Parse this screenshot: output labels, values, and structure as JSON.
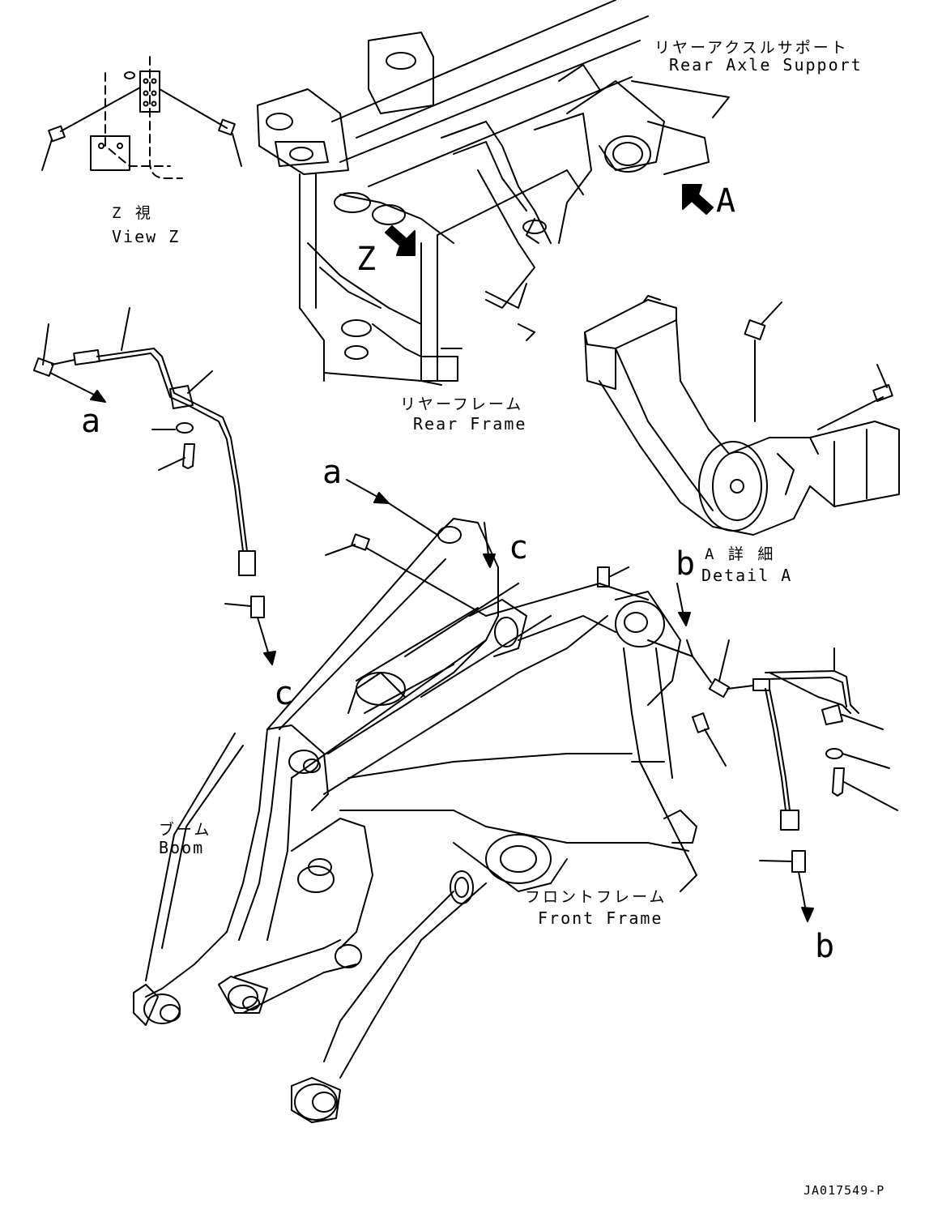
{
  "captions": {
    "view_z_jp": "Z 視",
    "view_z_en": "View Z",
    "rear_axle_support_jp": "リヤーアクスルサポート",
    "rear_axle_support_en": "Rear Axle Support",
    "rear_frame_jp": "リヤーフレーム",
    "rear_frame_en": "Rear Frame",
    "detail_a_jp": "A 詳 細",
    "detail_a_en": "Detail A",
    "boom_jp": "ブーム",
    "boom_en": "Boom",
    "front_frame_jp": "フロントフレーム",
    "front_frame_en": "Front Frame"
  },
  "markers": {
    "A": "A",
    "Z": "Z",
    "a_left": "a",
    "a_top": "a",
    "b_top": "b",
    "b_bottom": "b",
    "c_top": "c",
    "c_bottom": "c"
  },
  "drawing_number": "JA017549-P",
  "colors": {
    "line": "#000000",
    "background": "#ffffff"
  }
}
